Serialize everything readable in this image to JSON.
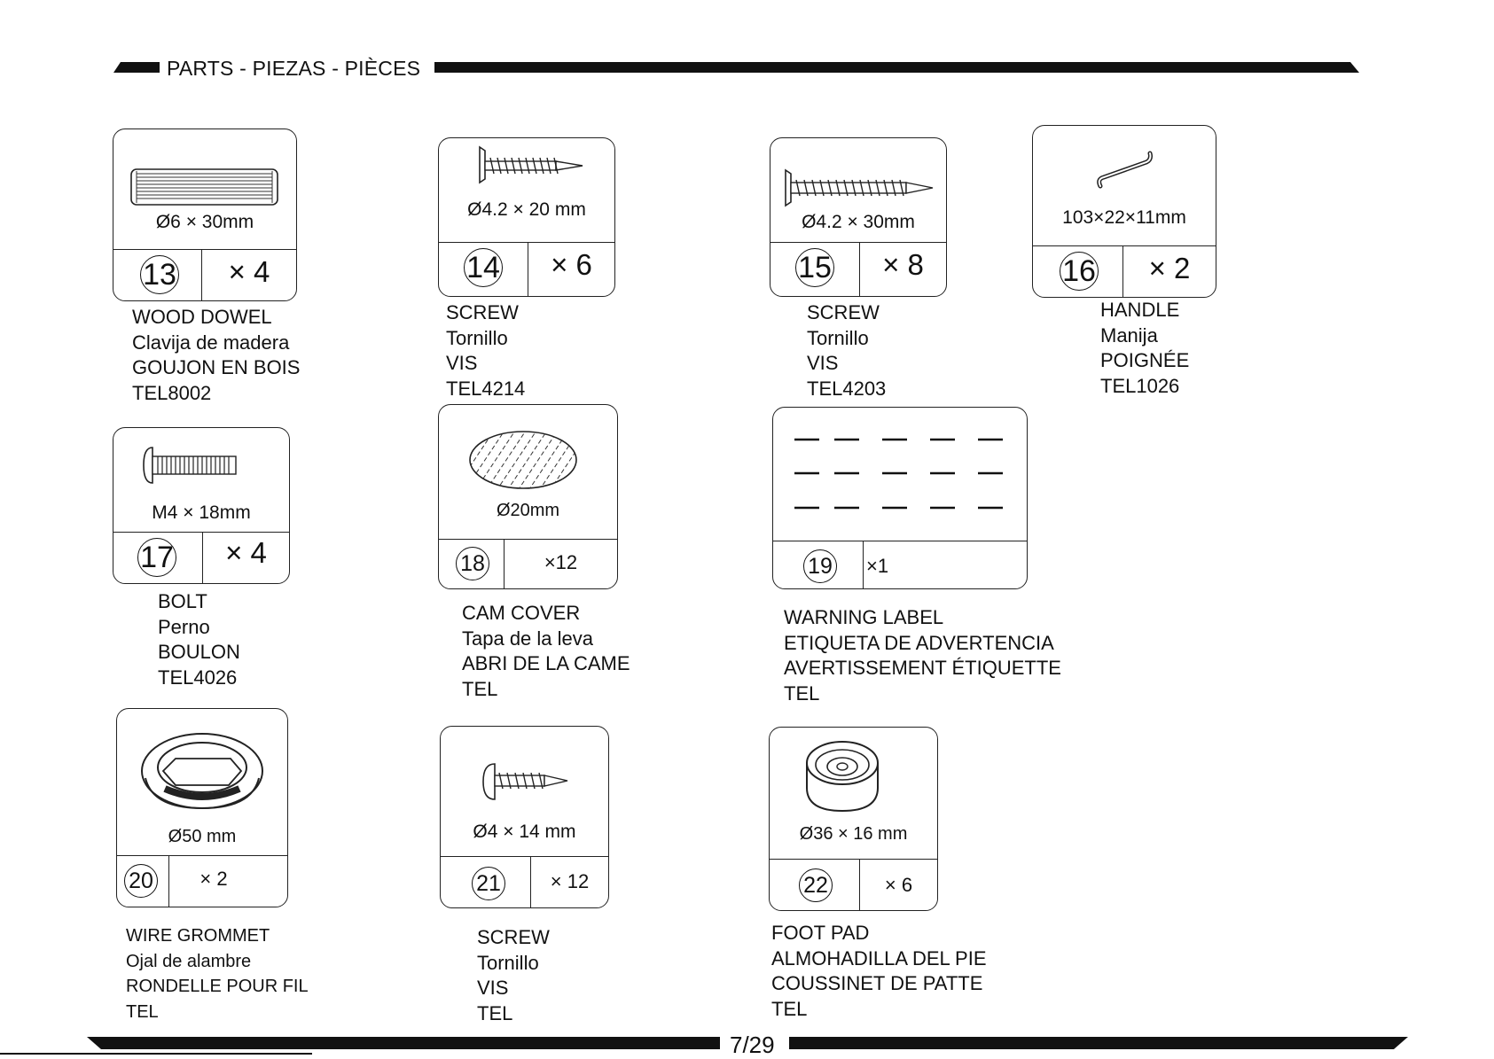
{
  "header": {
    "title": "PARTS - PIEZAS - PIÈCES"
  },
  "footer": {
    "page": "7/29"
  },
  "parts": {
    "p13": {
      "number": "13",
      "dimension": "Ø6 × 30mm",
      "quantity": "× 4",
      "icon": "wood-dowel-icon",
      "lines": [
        "WOOD DOWEL",
        "Clavija de madera",
        "GOUJON EN BOIS",
        "TEL8002"
      ]
    },
    "p14": {
      "number": "14",
      "dimension": "Ø4.2 × 20 mm",
      "quantity": "× 6",
      "icon": "screw-icon",
      "lines": [
        "SCREW",
        "Tornillo",
        "VIS",
        "TEL4214"
      ]
    },
    "p15": {
      "number": "15",
      "dimension": "Ø4.2 × 30mm",
      "quantity": "× 8",
      "icon": "screw-icon",
      "lines": [
        "SCREW",
        "Tornillo",
        "VIS",
        "TEL4203"
      ]
    },
    "p16": {
      "number": "16",
      "dimension": "103×22×11mm",
      "quantity": "× 2",
      "icon": "handle-icon",
      "lines": [
        "HANDLE",
        "Manija",
        "POIGNÉE",
        "TEL1026"
      ]
    },
    "p17": {
      "number": "17",
      "dimension": "M4 × 18mm",
      "quantity": "× 4",
      "icon": "bolt-icon",
      "lines": [
        "BOLT",
        "Perno",
        "BOULON",
        "TEL4026"
      ]
    },
    "p18": {
      "number": "18",
      "dimension": "Ø20mm",
      "quantity": "×12",
      "icon": "cam-cover-icon",
      "lines": [
        "CAM COVER",
        "Tapa de la leva",
        "ABRI DE LA CAME",
        "TEL"
      ]
    },
    "p19": {
      "number": "19",
      "quantity": "×1",
      "icon": "warning-label-icon",
      "lines": [
        "WARNING LABEL",
        "ETIQUETA DE ADVERTENCIA",
        "AVERTISSEMENT ÉTIQUETTE",
        "TEL"
      ]
    },
    "p20": {
      "number": "20",
      "dimension": "Ø50 mm",
      "quantity": "× 2",
      "icon": "wire-grommet-icon",
      "lines": [
        "WIRE GROMMET",
        "Ojal de alambre",
        "RONDELLE POUR FIL",
        "TEL"
      ]
    },
    "p21": {
      "number": "21",
      "dimension": "Ø4 × 14 mm",
      "quantity": "× 12",
      "icon": "screw-icon",
      "lines": [
        "SCREW",
        "Tornillo",
        "VIS",
        "TEL"
      ]
    },
    "p22": {
      "number": "22",
      "dimension": "Ø36 × 16 mm",
      "quantity": "× 6",
      "icon": "foot-pad-icon",
      "lines": [
        "FOOT PAD",
        "ALMOHADILLA DEL PIE",
        "COUSSINET DE PATTE",
        "TEL"
      ]
    }
  }
}
